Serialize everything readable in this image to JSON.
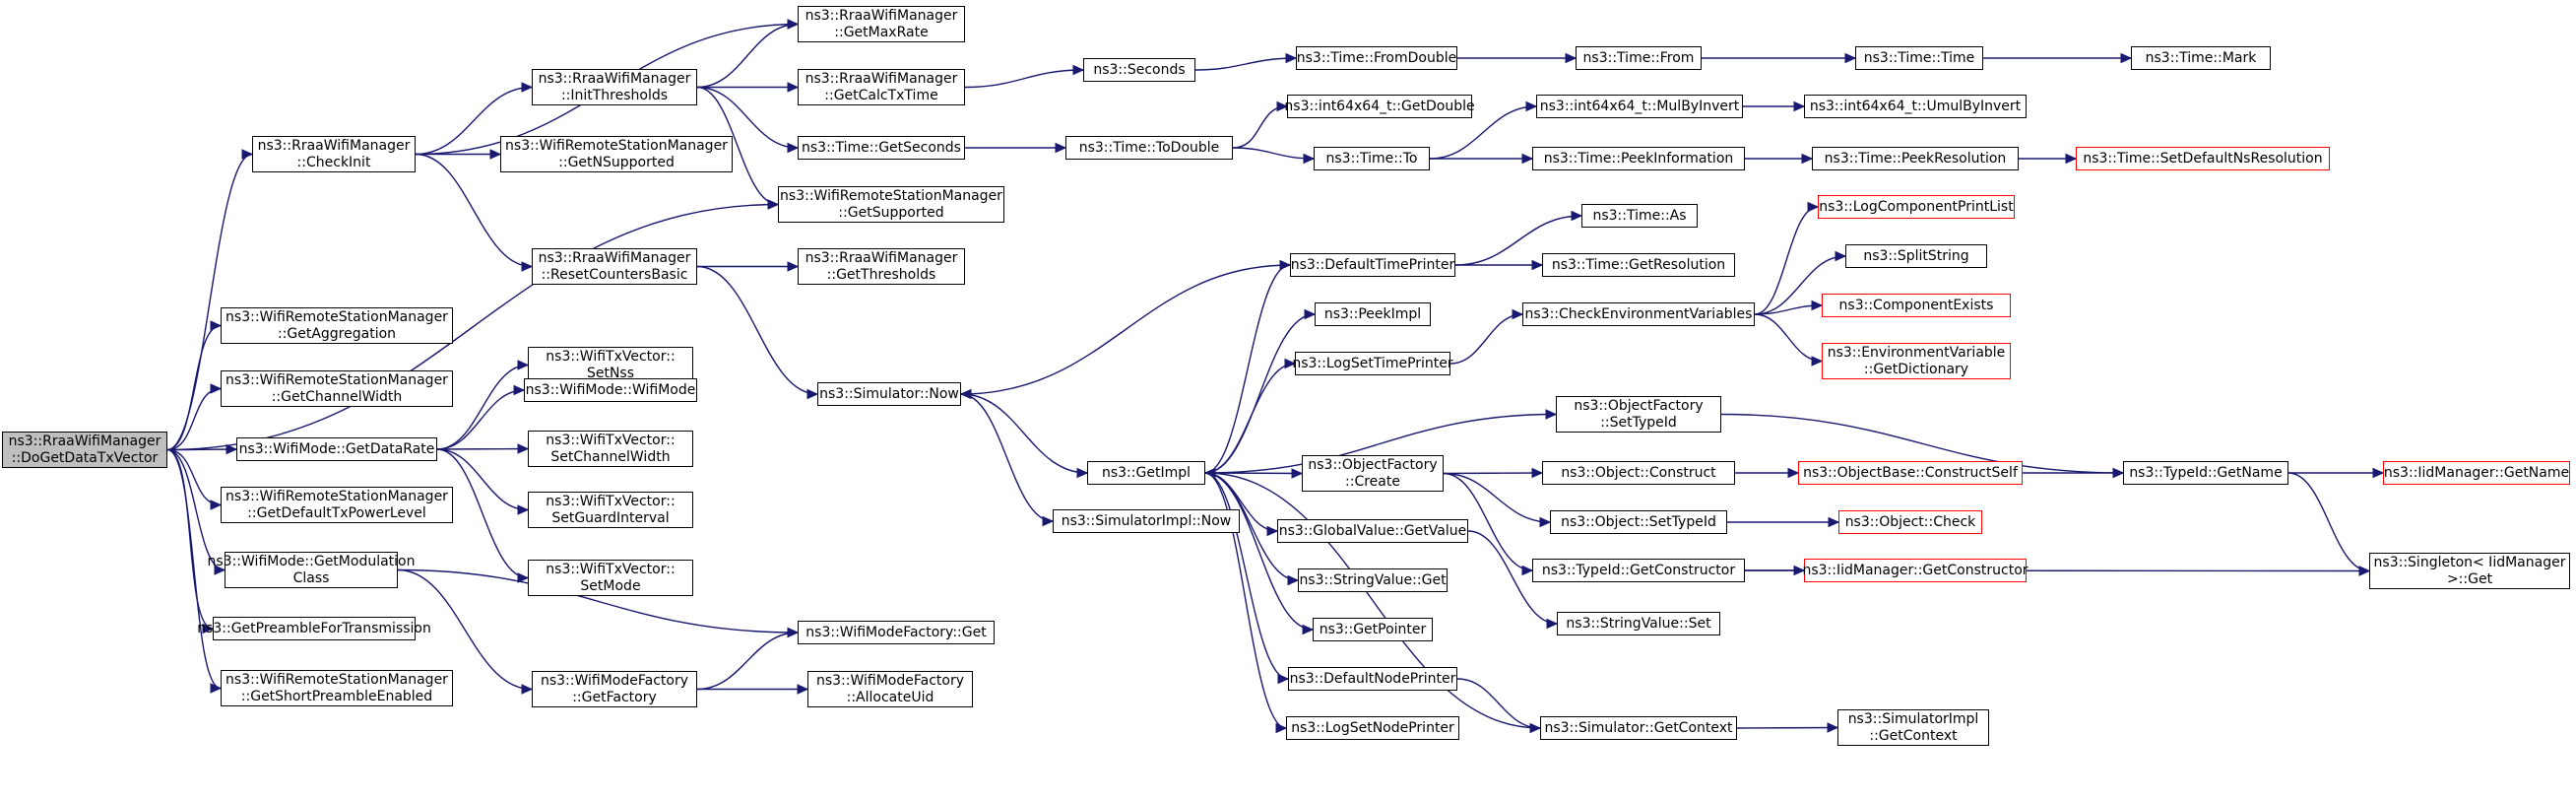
{
  "colors": {
    "edge": "#191970",
    "border": "#000000",
    "unresolved_border": "#ff0000",
    "root_fill": "#bfbfbf"
  },
  "nodes": [
    {
      "id": "n0",
      "label": "ns3::RraaWifiManager\n::DoGetDataTxVector"
    },
    {
      "id": "n1",
      "label": "ns3::RraaWifiManager\n::CheckInit"
    },
    {
      "id": "n2",
      "label": "ns3::RraaWifiManager\n::InitThresholds"
    },
    {
      "id": "n3",
      "label": "ns3::WifiRemoteStationManager\n::GetNSupported"
    },
    {
      "id": "n4",
      "label": "ns3::RraaWifiManager\n::ResetCountersBasic"
    },
    {
      "id": "n5",
      "label": "ns3::RraaWifiManager\n::GetMaxRate"
    },
    {
      "id": "n6",
      "label": "ns3::RraaWifiManager\n::GetCalcTxTime"
    },
    {
      "id": "n7",
      "label": "ns3::Time::GetSeconds"
    },
    {
      "id": "n8",
      "label": "ns3::WifiRemoteStationManager\n::GetSupported"
    },
    {
      "id": "n9",
      "label": "ns3::RraaWifiManager\n::GetThresholds"
    },
    {
      "id": "n10",
      "label": "ns3::Seconds"
    },
    {
      "id": "n11",
      "label": "ns3::Time::FromDouble"
    },
    {
      "id": "n12",
      "label": "ns3::Time::From"
    },
    {
      "id": "n13",
      "label": "ns3::Time::Time"
    },
    {
      "id": "n14",
      "label": "ns3::Time::Mark"
    },
    {
      "id": "n15",
      "label": "ns3::Time::ToDouble"
    },
    {
      "id": "n16",
      "label": "ns3::int64x64_t::GetDouble"
    },
    {
      "id": "n17",
      "label": "ns3::Time::To"
    },
    {
      "id": "n18",
      "label": "ns3::int64x64_t::MulByInvert"
    },
    {
      "id": "n19",
      "label": "ns3::int64x64_t::UmulByInvert"
    },
    {
      "id": "n20",
      "label": "ns3::Time::PeekInformation"
    },
    {
      "id": "n21",
      "label": "ns3::Time::PeekResolution"
    },
    {
      "id": "n22",
      "label": "ns3::Time::SetDefaultNsResolution"
    },
    {
      "id": "n23",
      "label": "ns3::Simulator::Now"
    },
    {
      "id": "n24",
      "label": "ns3::GetImpl"
    },
    {
      "id": "n25",
      "label": "ns3::SimulatorImpl::Now"
    },
    {
      "id": "n26",
      "label": "ns3::DefaultTimePrinter"
    },
    {
      "id": "n27",
      "label": "ns3::Time::As"
    },
    {
      "id": "n28",
      "label": "ns3::Time::GetResolution"
    },
    {
      "id": "n29",
      "label": "ns3::PeekImpl"
    },
    {
      "id": "n30",
      "label": "ns3::LogSetTimePrinter"
    },
    {
      "id": "n31",
      "label": "ns3::CheckEnvironmentVariables"
    },
    {
      "id": "n32",
      "label": "ns3::LogComponentPrintList"
    },
    {
      "id": "n33",
      "label": "ns3::SplitString"
    },
    {
      "id": "n34",
      "label": "ns3::ComponentExists"
    },
    {
      "id": "n35",
      "label": "ns3::EnvironmentVariable\n::GetDictionary"
    },
    {
      "id": "n36",
      "label": "ns3::ObjectFactory\n::SetTypeId"
    },
    {
      "id": "n37",
      "label": "ns3::ObjectFactory\n::Create"
    },
    {
      "id": "n38",
      "label": "ns3::Object::Construct"
    },
    {
      "id": "n39",
      "label": "ns3::ObjectBase::ConstructSelf"
    },
    {
      "id": "n40",
      "label": "ns3::TypeId::GetName"
    },
    {
      "id": "n41",
      "label": "ns3::IidManager::GetName"
    },
    {
      "id": "n42",
      "label": "ns3::Object::SetTypeId"
    },
    {
      "id": "n43",
      "label": "ns3::Object::Check"
    },
    {
      "id": "n44",
      "label": "ns3::TypeId::GetConstructor"
    },
    {
      "id": "n45",
      "label": "ns3::IidManager::GetConstructor"
    },
    {
      "id": "n46",
      "label": "ns3::Singleton< IidManager\n>::Get"
    },
    {
      "id": "n47",
      "label": "ns3::GlobalValue::GetValue"
    },
    {
      "id": "n48",
      "label": "ns3::StringValue::Get"
    },
    {
      "id": "n49",
      "label": "ns3::StringValue::Set"
    },
    {
      "id": "n50",
      "label": "ns3::GetPointer"
    },
    {
      "id": "n51",
      "label": "ns3::DefaultNodePrinter"
    },
    {
      "id": "n52",
      "label": "ns3::LogSetNodePrinter"
    },
    {
      "id": "n53",
      "label": "ns3::Simulator::GetContext"
    },
    {
      "id": "n54",
      "label": "ns3::SimulatorImpl\n::GetContext"
    },
    {
      "id": "n55",
      "label": "ns3::WifiRemoteStationManager\n::GetAggregation"
    },
    {
      "id": "n56",
      "label": "ns3::WifiRemoteStationManager\n::GetChannelWidth"
    },
    {
      "id": "n57",
      "label": "ns3::WifiMode::GetDataRate"
    },
    {
      "id": "n58",
      "label": "ns3::WifiTxVector::\nSetNss"
    },
    {
      "id": "n59",
      "label": "ns3::WifiMode::WifiMode"
    },
    {
      "id": "n60",
      "label": "ns3::WifiTxVector::\nSetChannelWidth"
    },
    {
      "id": "n61",
      "label": "ns3::WifiTxVector::\nSetGuardInterval"
    },
    {
      "id": "n62",
      "label": "ns3::WifiTxVector::\nSetMode"
    },
    {
      "id": "n63",
      "label": "ns3::WifiRemoteStationManager\n::GetDefaultTxPowerLevel"
    },
    {
      "id": "n64",
      "label": "ns3::WifiMode::GetModulation\nClass"
    },
    {
      "id": "n65",
      "label": "ns3::WifiModeFactory::Get"
    },
    {
      "id": "n66",
      "label": "ns3::WifiModeFactory\n::GetFactory"
    },
    {
      "id": "n67",
      "label": "ns3::WifiModeFactory\n::AllocateUid"
    },
    {
      "id": "n68",
      "label": "ns3::GetPreambleForTransmission"
    },
    {
      "id": "n69",
      "label": "ns3::WifiRemoteStationManager\n::GetShortPreambleEnabled"
    }
  ]
}
